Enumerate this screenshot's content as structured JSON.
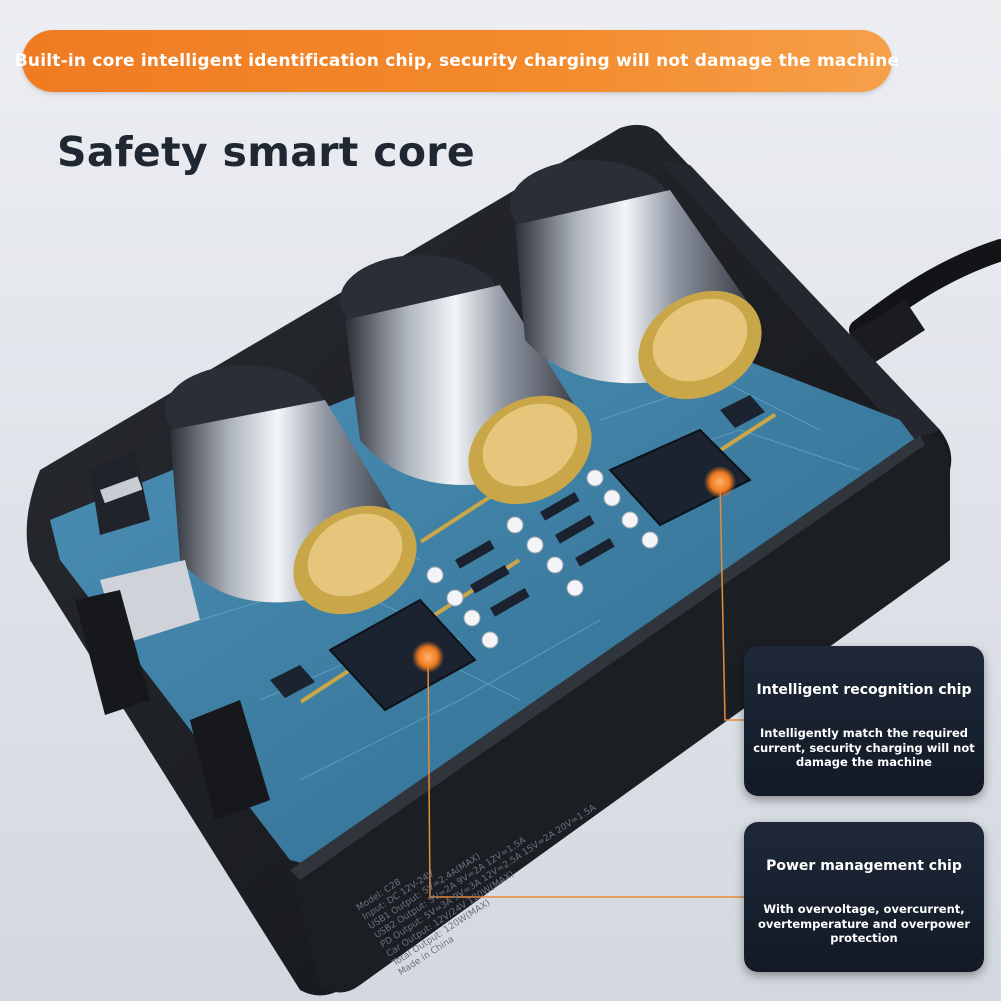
{
  "banner": {
    "text": "Built-in core intelligent identification chip, security charging will not damage the machine"
  },
  "headline": "Safety smart core",
  "callouts": [
    {
      "title": "Intelligent recognition chip",
      "description": "Intelligently match the required current, security charging will not damage the machine"
    },
    {
      "title": "Power management chip",
      "description": "With overvoltage, overcurrent, overtemperature and overpower protection"
    }
  ],
  "device_label": {
    "lines": [
      "Model: C28",
      "Input: DC 12V-24V",
      "USB1 Output: 5V=2.4A(MAX)",
      "USB2 Output: 5V=2A 9V=2A 12V=1.5A",
      "PD Output: 5V=3A 9V=3A 12V=2.5A 15V=2A 20V=1.5A",
      "Car Output: 12V/24V 120W(MAX)",
      "Total Output: 120W(MAX)",
      "Made in China"
    ]
  },
  "colors": {
    "accent": "#f07b22",
    "card_bg": "#172030",
    "headline": "#1f2733",
    "pcb": "#3d7fa3"
  }
}
